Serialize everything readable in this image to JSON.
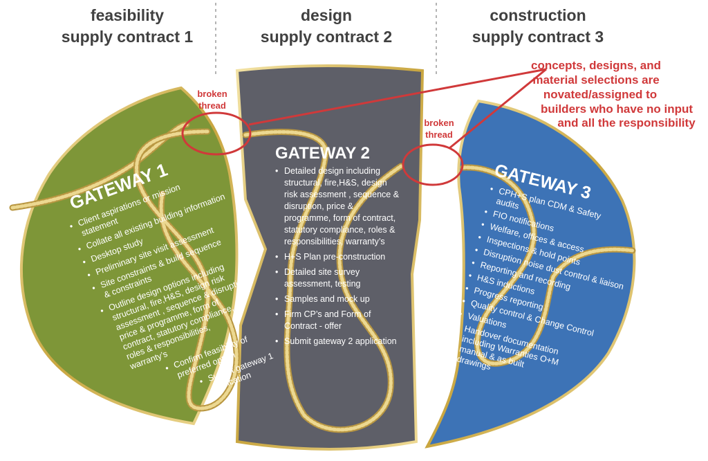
{
  "headers": {
    "feasibility": {
      "line1": "feasibility",
      "line2": "supply contract 1"
    },
    "design": {
      "line1": "design",
      "line2": "supply contract 2"
    },
    "construction": {
      "line1": "construction",
      "line2": "supply contract 3"
    }
  },
  "annotation": {
    "lines": [
      "concepts, designs, and",
      "material selections are",
      "novated/assigned to",
      "builders who have no input",
      "and all the responsibility"
    ]
  },
  "broken_thread_1": {
    "line1": "broken",
    "line2": "thread"
  },
  "broken_thread_2": {
    "line1": "broken",
    "line2": "thread"
  },
  "gateway1": {
    "title": "GATEWAY 1",
    "items": [
      [
        "Client aspirations or mission",
        "statement"
      ],
      [
        "Collate all existing building information"
      ],
      [
        "Desktop study"
      ],
      [
        "Preliminary site visit assessment"
      ],
      [
        "Site constraints & build sequence",
        "& constraints"
      ],
      [
        "Outline design options including",
        "structural, fire,H&S, design risk",
        "assessment , sequence & disruption,",
        "price & programme, form of",
        "contract, statutory compliance,",
        "roles & responsibilities,",
        "warranty’s"
      ],
      [
        "Confirm feasibility of",
        "preferred option"
      ],
      [
        "Submit gateway 1",
        "application"
      ]
    ]
  },
  "gateway2": {
    "title": "GATEWAY 2",
    "items": [
      [
        "Detailed design including",
        "structural, fire,H&S, design",
        "risk assessment , sequence &",
        "disruption, price &",
        "programme, form of contract,",
        "statutory compliance, roles &",
        "responsibilities, warranty’s"
      ],
      [
        "H+S Plan pre-construction"
      ],
      [
        "Detailed site survey",
        "assessment, testing"
      ],
      [
        "Samples and mock up"
      ],
      [
        "Firm CP’s and Form of",
        "Contract - offer"
      ],
      [
        "Submit gateway 2 application"
      ]
    ]
  },
  "gateway3": {
    "title": "GATEWAY 3",
    "items": [
      [
        "CPH+S plan CDM & Safety",
        "audits"
      ],
      [
        "FIO notifications"
      ],
      [
        "Welfare, offices & access"
      ],
      [
        "Inspections & hold points"
      ],
      [
        "Disruption noise dust control & liaison"
      ],
      [
        "Reporting and recording"
      ],
      [
        "H&S inductions"
      ],
      [
        "Progress reporting"
      ],
      [
        "Quality control & Change Control"
      ],
      [
        "Valuations"
      ],
      [
        "Handover documentation",
        "including Warranties O+M",
        "manual & as built",
        "drawings"
      ]
    ]
  },
  "colors": {
    "gateway1_fill": "#7e9638",
    "gateway2_fill": "#5e5f68",
    "gateway3_fill": "#3d73b6",
    "border_gold": "#c9a640",
    "rope": "#e6cf84",
    "annotation_red": "#d0393a",
    "header_text": "#404040"
  }
}
